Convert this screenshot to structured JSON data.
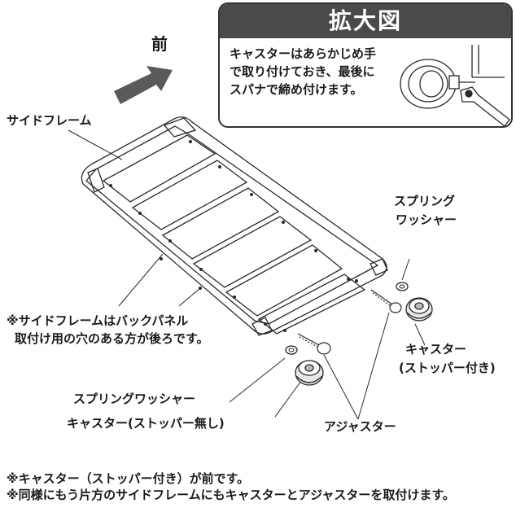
{
  "front_label": "前",
  "callout": {
    "title": "拡大図",
    "text": "キャスターはあらかじめ手で取り付けておき、最後にスパナで締め付けます。"
  },
  "labels": {
    "side_frame": "サイドフレーム",
    "spring_washer_right_line1": "スプリング",
    "spring_washer_right_line2": "ワッシャー",
    "side_frame_note_line1": "※サイドフレームはバックパネル",
    "side_frame_note_line2": "取付け用の穴のある方が後ろです。",
    "caster_stopper_line1": "キャスター",
    "caster_stopper_line2": "(ストッパー付き)",
    "spring_washer_left": "スプリングワッシャー",
    "caster_no_stopper": "キャスター(ストッパー無し)",
    "adjuster": "アジャスター"
  },
  "notes": [
    "※キャスター（ストッパー付き）が前です。",
    "※同様にもう片方のサイドフレームにもキャスターとアジャスターを取付けます。"
  ]
}
